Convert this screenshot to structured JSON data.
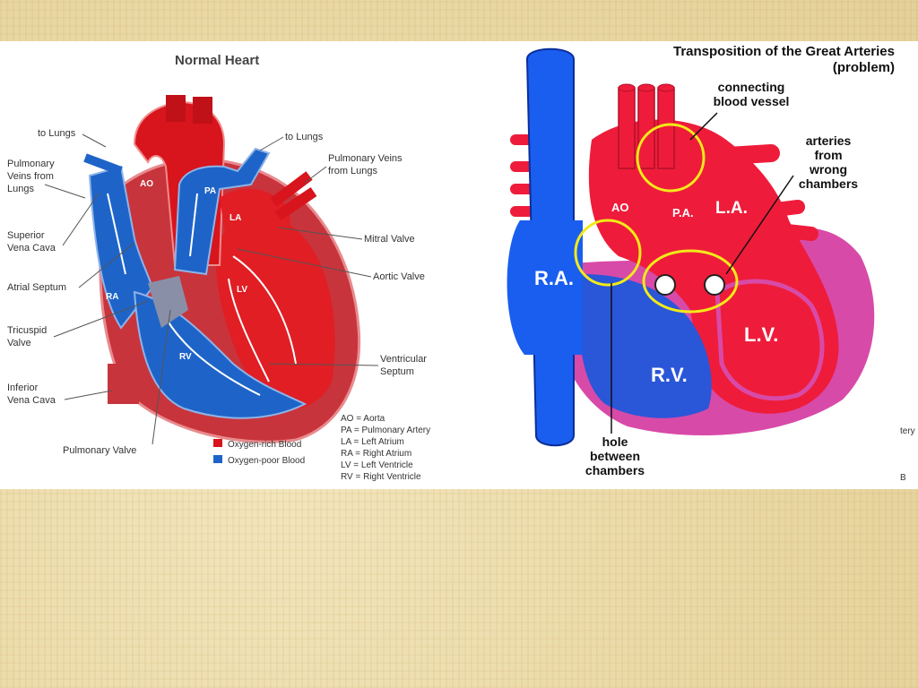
{
  "normal_heart": {
    "title": "Normal Heart",
    "labels": {
      "to_lungs_left": "to Lungs",
      "to_lungs_right": "to Lungs",
      "pulm_veins_left": [
        "Pulmonary",
        "Veins from",
        "Lungs"
      ],
      "pulm_veins_right": [
        "Pulmonary Veins",
        "from Lungs"
      ],
      "superior_vena_cava": [
        "Superior",
        "Vena Cava"
      ],
      "atrial_septum": "Atrial Septum",
      "tricuspid_valve": [
        "Tricuspid",
        "Valve"
      ],
      "inferior_vena_cava": [
        "Inferior",
        "Vena Cava"
      ],
      "pulmonary_valve": "Pulmonary Valve",
      "mitral_valve": "Mitral Valve",
      "aortic_valve": "Aortic Valve",
      "ventricular_septum": [
        "Ventricular",
        "Septum"
      ]
    },
    "chambers": {
      "ao": "AO",
      "pa": "PA",
      "la": "LA",
      "ra": "RA",
      "lv": "LV",
      "rv": "RV"
    },
    "abbreviations": [
      "AO = Aorta",
      "PA = Pulmonary Artery",
      "LA = Left Atrium",
      "RA = Right Atrium",
      "LV = Left Ventricle",
      "RV = Right Ventricle"
    ],
    "legend": {
      "oxygen_rich": "Oxygen-rich Blood",
      "oxygen_poor": "Oxygen-poor Blood",
      "rich_color": "#d8141c",
      "poor_color": "#1e64c8"
    }
  },
  "tga_heart": {
    "title": [
      "Transposition of the Great Arteries",
      "(problem)"
    ],
    "labels": {
      "connecting_vessel": [
        "connecting",
        "blood vessel"
      ],
      "arteries_wrong": [
        "arteries",
        "from",
        "wrong",
        "chambers"
      ],
      "hole_between": [
        "hole",
        "between",
        "chambers"
      ]
    },
    "chambers": {
      "ao": "AO",
      "pa": "P.A.",
      "la": "L.A.",
      "ra": "R.A.",
      "lv": "L.V.",
      "rv": "R.V."
    },
    "cutoff": [
      "tery",
      "B"
    ],
    "colors": {
      "red": "#ee1c3a",
      "blue": "#1a5ef0",
      "pink": "#d84aa8",
      "highlight": "#f2ea1a"
    }
  }
}
